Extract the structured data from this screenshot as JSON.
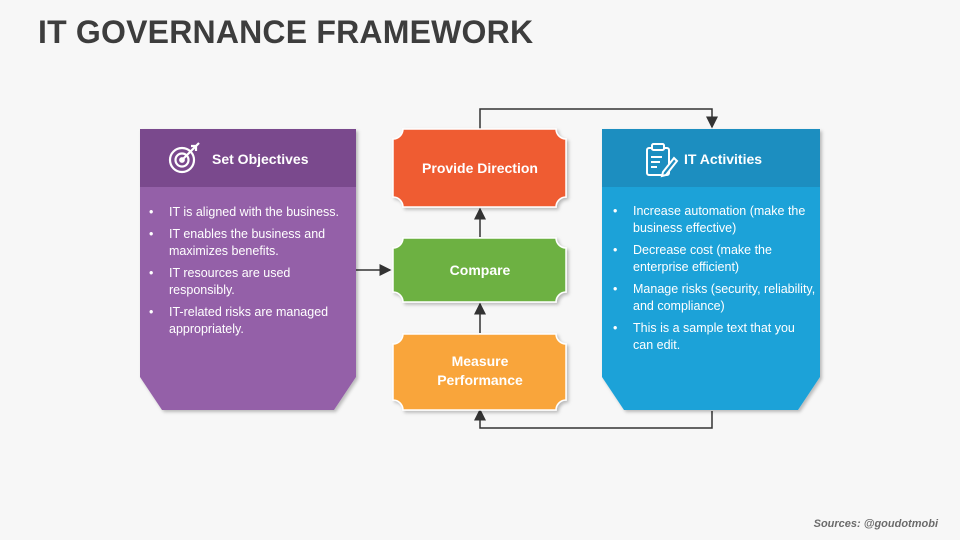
{
  "title": "IT GOVERNANCE FRAMEWORK",
  "left_panel": {
    "heading": "Set Objectives",
    "icon": "target-icon",
    "color_header": "#7a4a8d",
    "color_body": "#9460a8",
    "items": [
      "IT is aligned with the business.",
      "IT enables the business and maximizes benefits.",
      "IT resources are used responsibly.",
      "IT-related risks are managed appropriately."
    ]
  },
  "right_panel": {
    "heading": "IT Activities",
    "icon": "clipboard-edit-icon",
    "color_header": "#1e8ec0",
    "color_body": "#1fa2d8",
    "items": [
      "Increase automation (make the business effective)",
      "Decrease cost (make the enterprise efficient)",
      "Manage risks (security, reliability, and compliance)",
      "This is a sample text that you can edit."
    ]
  },
  "center_boxes": [
    {
      "label": "Provide Direction",
      "color": "#ef5b32"
    },
    {
      "label": "Compare",
      "color": "#6db143"
    },
    {
      "label_lines": [
        "Measure",
        "Performance"
      ],
      "color": "#f9a53a"
    }
  ],
  "bullet": "•",
  "source": "Sources: @goudotmobi"
}
